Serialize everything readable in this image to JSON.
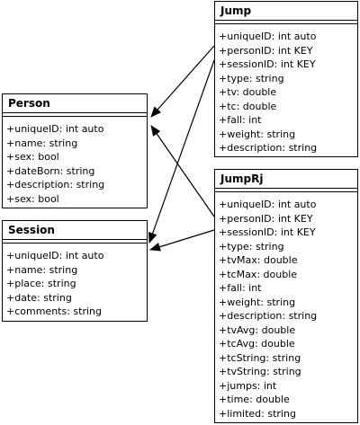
{
  "classes": {
    "person": {
      "name": "Person",
      "attributes": [
        "+uniqueID: int auto",
        "+name: string",
        "+sex: bool",
        "+dateBorn: string",
        "+description: string",
        "+sex: bool"
      ]
    },
    "session": {
      "name": "Session",
      "attributes": [
        "+uniqueID: int auto",
        "+name: string",
        "+place: string",
        "+date: string",
        "+comments: string"
      ]
    },
    "jump": {
      "name": "Jump",
      "attributes": [
        "+uniqueID: int auto",
        "+personID: int KEY",
        "+sessionID: int KEY",
        "+type: string",
        "+tv: double",
        "+tc: double",
        "+fall: int",
        "+weight: string",
        "+description: string"
      ]
    },
    "jumprj": {
      "name": "JumpRj",
      "attributes": [
        "+uniqueID: int auto",
        "+personID: int KEY",
        "+sessionID: int KEY",
        "+type: string",
        "+tvMax: double",
        "+tcMax: double",
        "+fall: int",
        "+weight: string",
        "+description: string",
        "+tvAvg: double",
        "+tcAvg: double",
        "+tcString: string",
        "+tvString: string",
        "+jumps: int",
        "+time: double",
        "+limited: string"
      ]
    }
  },
  "relations": [
    {
      "from": "Jump.personID",
      "to": "Person"
    },
    {
      "from": "Jump.sessionID",
      "to": "Session"
    },
    {
      "from": "JumpRj.personID",
      "to": "Person"
    },
    {
      "from": "JumpRj.sessionID",
      "to": "Session"
    }
  ]
}
